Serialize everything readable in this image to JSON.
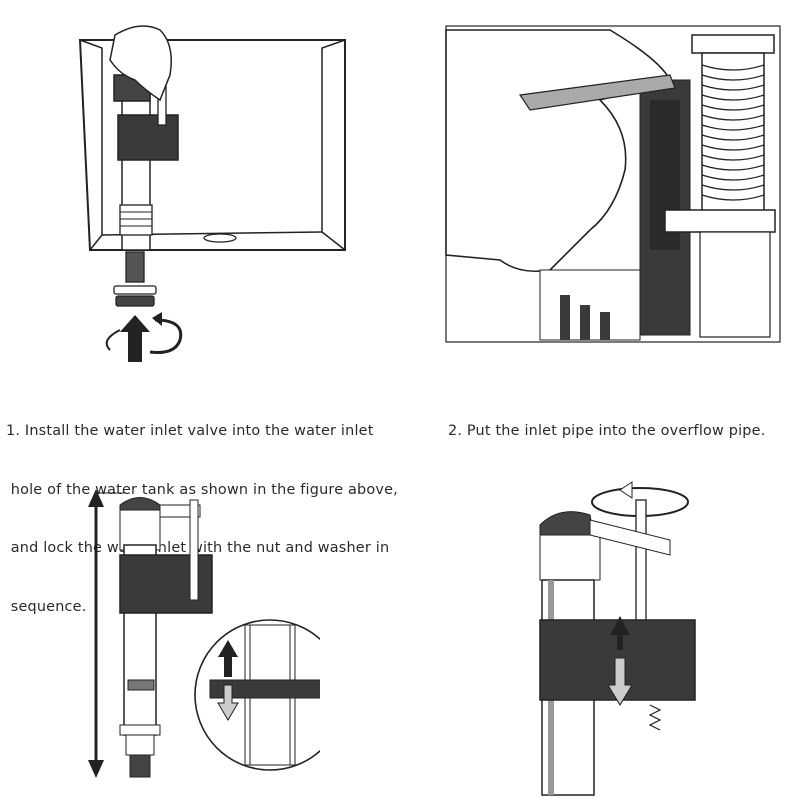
{
  "steps": [
    {
      "lines": [
        "1. Install the water inlet valve into the water inlet",
        " hole of the water tank as shown in the figure above,",
        " and lock the water inlet with the nut and washer in",
        " sequence."
      ]
    },
    {
      "lines": [
        "2. Put the inlet pipe into the overflow pipe."
      ]
    }
  ],
  "colors": {
    "line": "#222222",
    "dark_part": "#3a3a3a",
    "gray_part": "#9a9a9a",
    "light_fill": "#ffffff"
  },
  "icons": [
    "up-arrow-icon",
    "rotate-arrow-icon",
    "up-down-arrow-icon",
    "height-arrow-icon"
  ]
}
